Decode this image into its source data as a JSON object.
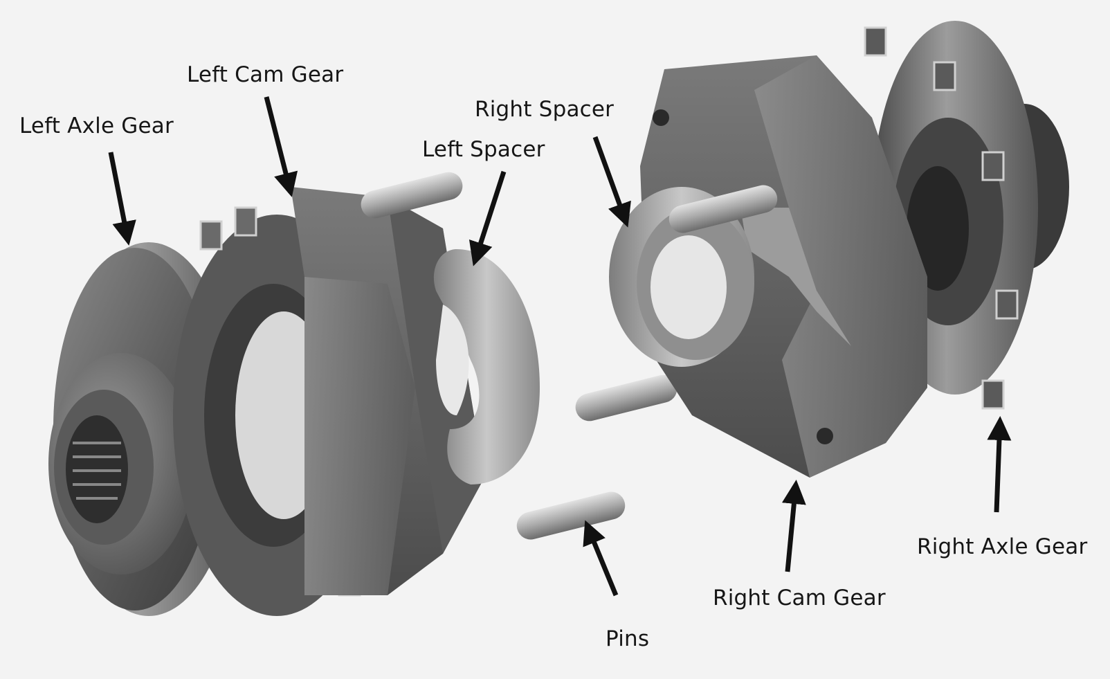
{
  "labels": {
    "left_axle_gear": "Left Axle Gear",
    "left_cam_gear": "Left Cam Gear",
    "left_spacer": "Left Spacer",
    "right_spacer": "Right Spacer",
    "pins": "Pins",
    "right_cam_gear": "Right Cam Gear",
    "right_axle_gear": "Right Axle Gear"
  },
  "colors": {
    "background": "#f3f3f3",
    "metal_dark": "#3e3e3e",
    "metal_mid": "#6c6c6c",
    "metal_light": "#a9a9a9",
    "pin": "#b9b9b9",
    "arrow": "#111111",
    "text": "#161616"
  }
}
